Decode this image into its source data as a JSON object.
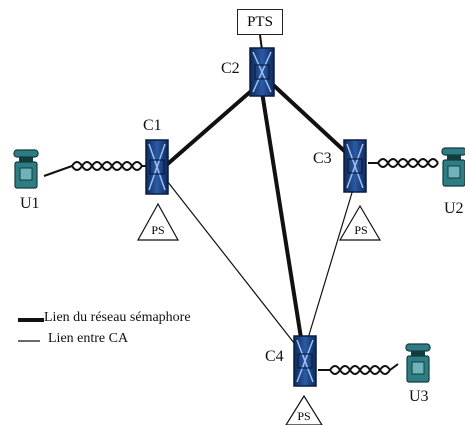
{
  "diagram": {
    "pts_label": "PTS",
    "switches": {
      "c1": "C1",
      "c2": "C2",
      "c3": "C3",
      "c4": "C4"
    },
    "users": {
      "u1": "U1",
      "u2": "U2",
      "u3": "U3"
    },
    "ps_labels": {
      "ps1": "PS",
      "ps3": "PS",
      "ps4": "PS"
    },
    "legend": {
      "signaling": "Lien du réseau sémaphore",
      "ca": "Lien entre CA"
    },
    "colors": {
      "switch_fill": "#2b5aa6",
      "switch_dark": "#0e2a5c",
      "phone_fill": "#2f7d84",
      "phone_dark": "#123c40",
      "line": "#111111"
    }
  }
}
